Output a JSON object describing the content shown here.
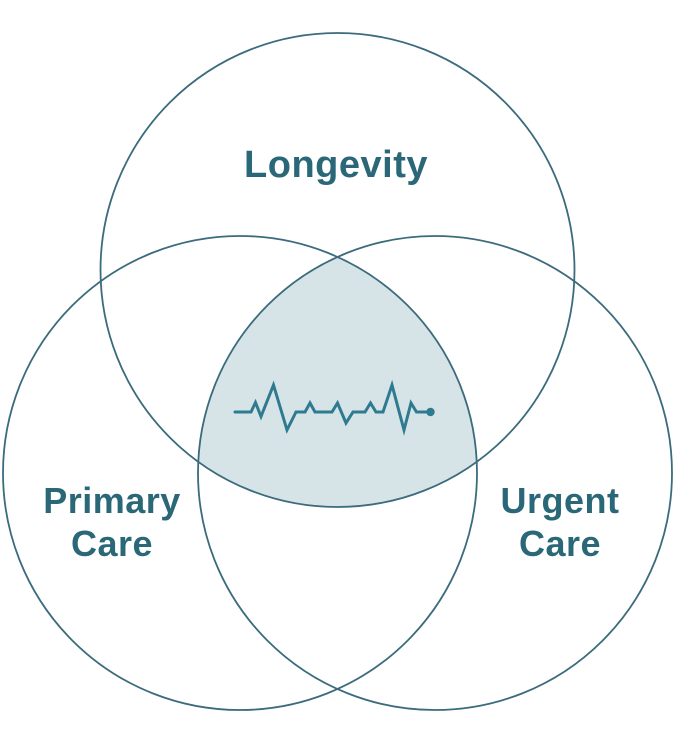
{
  "diagram": {
    "type": "venn-3-circles",
    "labels": {
      "top_circle": "Longevity",
      "bottom_left_circle": [
        "Primary",
        "Care"
      ],
      "bottom_right_circle": [
        "Urgent",
        "Care"
      ]
    },
    "center_icon": "heartbeat-ekg-line-with-end-dot",
    "colors": {
      "background": "#ffffff",
      "circle_outline": "#3b6b7c",
      "center_fill": "#d7e4e7",
      "heartbeat_stroke": "#2e7a91",
      "label_text": "#2a6878"
    }
  }
}
